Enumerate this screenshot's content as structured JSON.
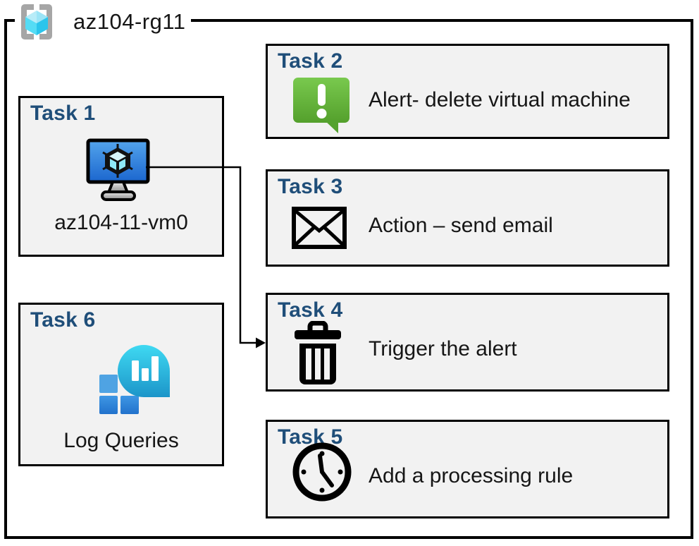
{
  "diagram": {
    "resource_group": {
      "name": "az104-rg11"
    },
    "tasks": [
      {
        "title": "Task 1",
        "label": "az104-11-vm0",
        "icon": "virtual-machine-icon"
      },
      {
        "title": "Task 2",
        "label": "Alert- delete virtual machine",
        "icon": "alert-icon"
      },
      {
        "title": "Task 3",
        "label": "Action – send email",
        "icon": "email-icon"
      },
      {
        "title": "Task 4",
        "label": "Trigger the alert",
        "icon": "trash-icon"
      },
      {
        "title": "Task 5",
        "label": "Add a processing rule",
        "icon": "clock-icon"
      },
      {
        "title": "Task 6",
        "label": "Log Queries",
        "icon": "log-analytics-icon"
      }
    ],
    "connector": {
      "from": "task1-virtual-machine",
      "to": "task4-box",
      "style": "elbow-arrow"
    },
    "icons": {
      "resource_group": "azure-resource-group (gray brackets + cyan cube)",
      "virtual_machine": "blue monitor with black cube glyph",
      "alert": "green speech bubble with white exclamation mark",
      "email": "black outlined envelope",
      "trash": "black trash can",
      "clock": "black outlined clock",
      "log_analytics": "cyan bubble with white bar chart + blue squares"
    },
    "colors": {
      "task_title": "#1F4E79",
      "box_fill": "#F2F2F2",
      "box_border": "#000000",
      "alert_green_top": "#74C348",
      "alert_green_bottom": "#55A22F",
      "vm_screen_top": "#53A4EC",
      "vm_screen_bottom": "#1B66CE",
      "rg_bracket_gray": "#A6A6A6",
      "rg_cube_cyan": "#4ED5F2",
      "log_bubble_top": "#3FD9F2",
      "log_bubble_bottom": "#1C95C9",
      "log_square_blue": "#2B7FD8"
    }
  }
}
